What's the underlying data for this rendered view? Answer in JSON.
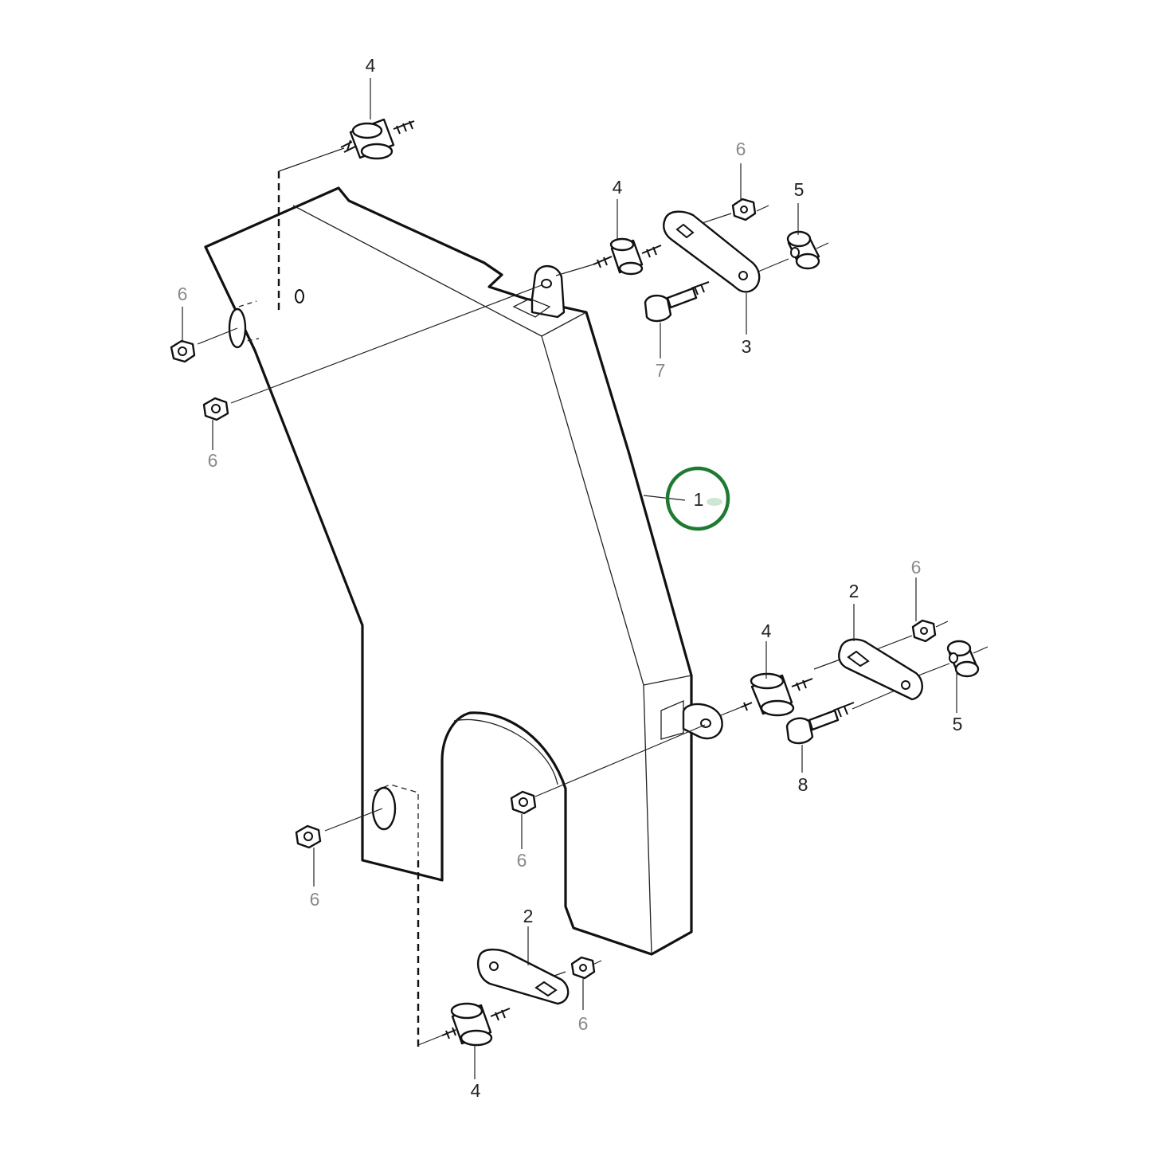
{
  "callouts": {
    "c1": "1",
    "c2a": "2",
    "c2b": "2",
    "c3": "3",
    "c4a": "4",
    "c4b": "4",
    "c4c": "4",
    "c4d": "4",
    "c5a": "5",
    "c5b": "5",
    "c6a": "6",
    "c6b": "6",
    "c6c": "6",
    "c6d": "6",
    "c6e": "6",
    "c6f": "6",
    "c6g": "6",
    "c7": "7",
    "c8": "8"
  },
  "colors": {
    "highlight": "#1e7a32",
    "line": "#111111",
    "faded_label": "#8a8a8a"
  }
}
